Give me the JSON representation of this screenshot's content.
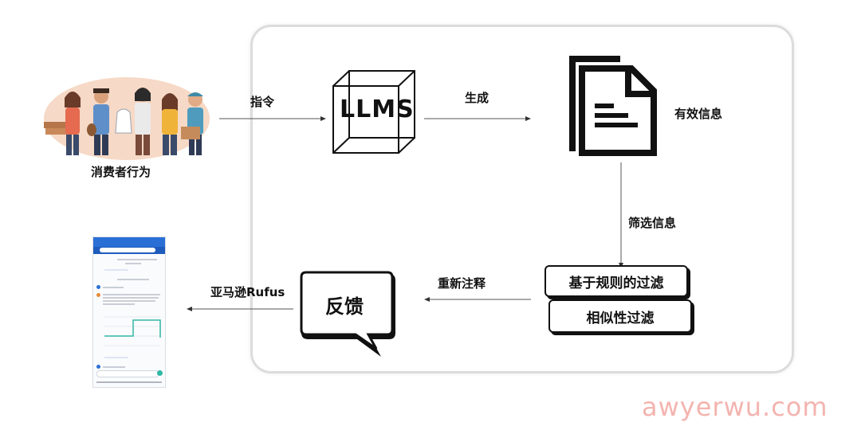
{
  "nodes": {
    "consumer": "消费者行为",
    "llm": "LLMS",
    "info": "有效信息",
    "rule_filter": "基于规则的过滤",
    "sim_filter": "相似性过滤",
    "feedback": "反馈",
    "rufus": "亚马逊Rufus"
  },
  "edges": {
    "instruction": "指令",
    "generate": "生成",
    "filter_info": "筛选信息",
    "reannotate": "重新注释"
  },
  "watermark": "awyerwu.com",
  "colors": {
    "panel_border": "#dcdcdc",
    "accent_blue": "#2a6fd6",
    "people_bg": "#f6d9c6",
    "watermark": "#f2a7a2"
  }
}
